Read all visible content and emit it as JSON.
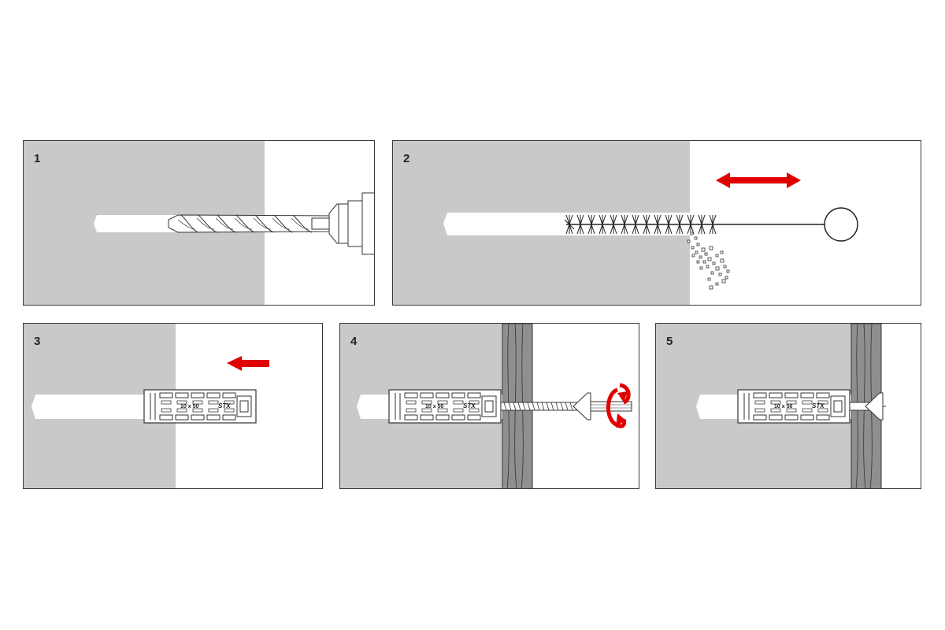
{
  "steps": [
    {
      "number": "1",
      "action": "drill"
    },
    {
      "number": "2",
      "action": "clean"
    },
    {
      "number": "3",
      "action": "insert"
    },
    {
      "number": "4",
      "action": "screw"
    },
    {
      "number": "5",
      "action": "finished"
    }
  ],
  "dowel": {
    "size_label": "10 x 50",
    "brand_label": "STX"
  },
  "colors": {
    "wall": "#c9c9c9",
    "hole": "#ffffff",
    "arrow": "#e00000",
    "outline": "#3a3a3a",
    "fixture": "#8f8f8f"
  }
}
